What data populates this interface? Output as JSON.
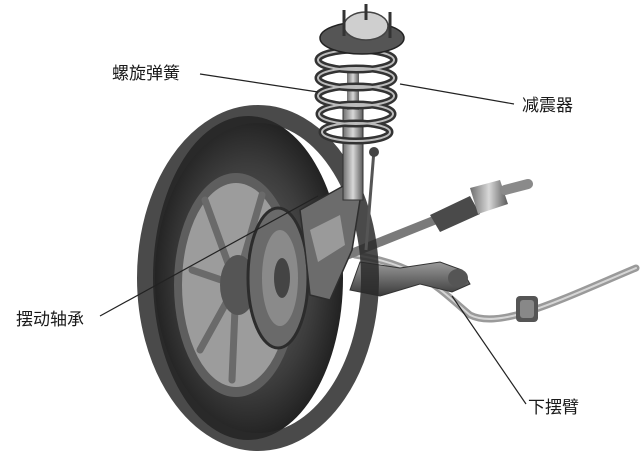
{
  "labels": {
    "coil_spring": "螺旋弹簧",
    "shock_absorber": "减震器",
    "swing_bearing": "摆动轴承",
    "lower_control_arm": "下摆臂"
  },
  "colors": {
    "background": "#ffffff",
    "leader_line": "#222222",
    "tire": "#3a3a3a",
    "metal": "#8a8a8a"
  }
}
